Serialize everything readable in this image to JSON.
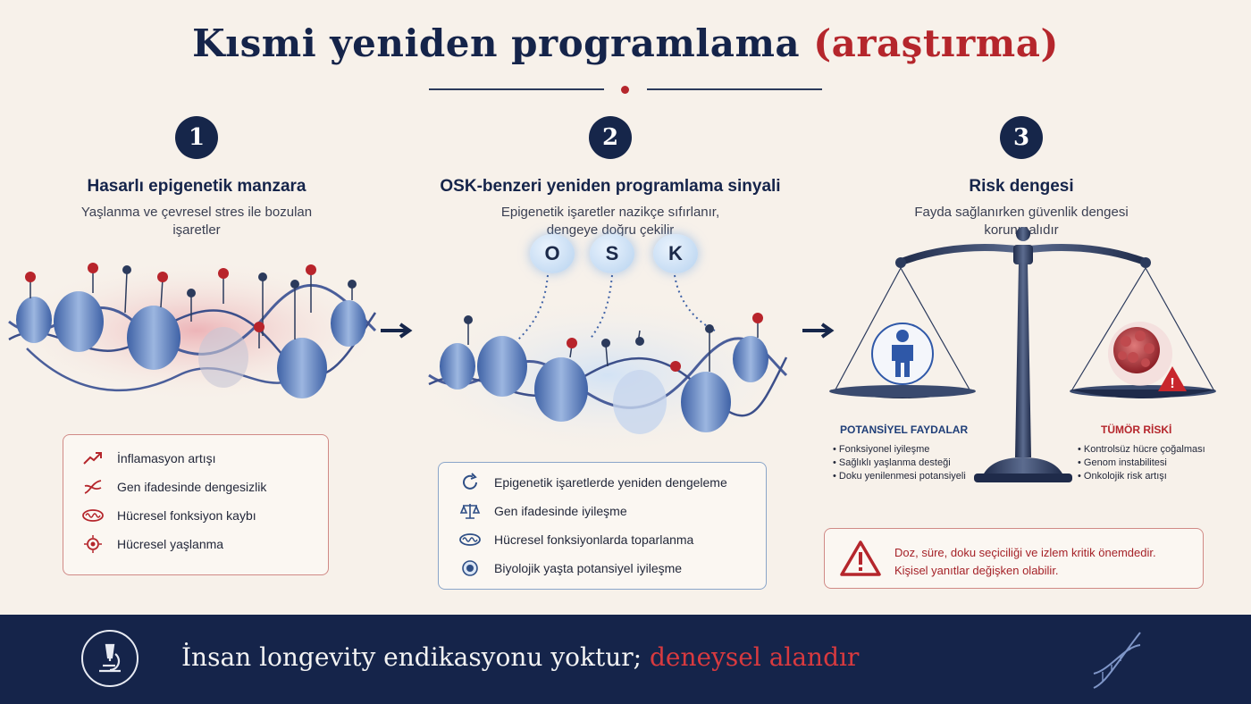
{
  "title": {
    "main": "Kısmi yeniden programlama ",
    "accent": "(araştırma)"
  },
  "steps": [
    {
      "num": "1",
      "title": "Hasarlı epigenetik manzara",
      "sub": "Yaşlanma ve çevresel stres ile bozulan işaretler"
    },
    {
      "num": "2",
      "title": "OSK-benzeri yeniden programlama sinyali",
      "sub": "Epigenetik işaretler nazikçe sıfırlanır, dengeye doğru çekilir"
    },
    {
      "num": "3",
      "title": "Risk dengesi",
      "sub": "Fayda sağlanırken güvenlik dengesi korunmalıdır"
    }
  ],
  "osk": [
    "O",
    "S",
    "K"
  ],
  "box1": {
    "items": [
      {
        "icon": "trend-up-icon",
        "label": "İnflamasyon artışı"
      },
      {
        "icon": "dna-icon",
        "label": "Gen ifadesinde dengesizlik"
      },
      {
        "icon": "mitochondria-icon",
        "label": "Hücresel fonksiyon kaybı"
      },
      {
        "icon": "cell-icon",
        "label": "Hücresel yaşlanma"
      }
    ]
  },
  "box2": {
    "items": [
      {
        "icon": "refresh-icon",
        "label": "Epigenetik işaretlerde yeniden dengeleme"
      },
      {
        "icon": "balance-icon",
        "label": "Gen ifadesinde iyileşme"
      },
      {
        "icon": "mitochondria-icon",
        "label": "Hücresel fonksiyonlarda toparlanma"
      },
      {
        "icon": "clock-icon",
        "label": "Biyolojik yaşta potansiyel iyileşme"
      }
    ]
  },
  "scale": {
    "left_label": "POTANSİYEL FAYDALAR",
    "left_items": [
      "Fonksiyonel iyileşme",
      "Sağlıklı yaşlanma desteği",
      "Doku yenilenmesi potansiyeli"
    ],
    "right_label": "TÜMÖR RİSKİ",
    "right_items": [
      "Kontrolsüz hücre çoğalması",
      "Genom instabilitesi",
      "Onkolojik risk artışı"
    ]
  },
  "warning": {
    "line1": "Doz, süre, doku seçiciliği ve izlem kritik önemdedir.",
    "line2": "Kişisel yanıtlar değişken olabilir."
  },
  "footer": {
    "text": "İnsan longevity endikasyonu yoktur; ",
    "accent": "deneysel alandır"
  },
  "colors": {
    "navy": "#15244a",
    "red": "#b5262c",
    "blue": "#4f76b6",
    "cream": "#f7f1ea"
  }
}
